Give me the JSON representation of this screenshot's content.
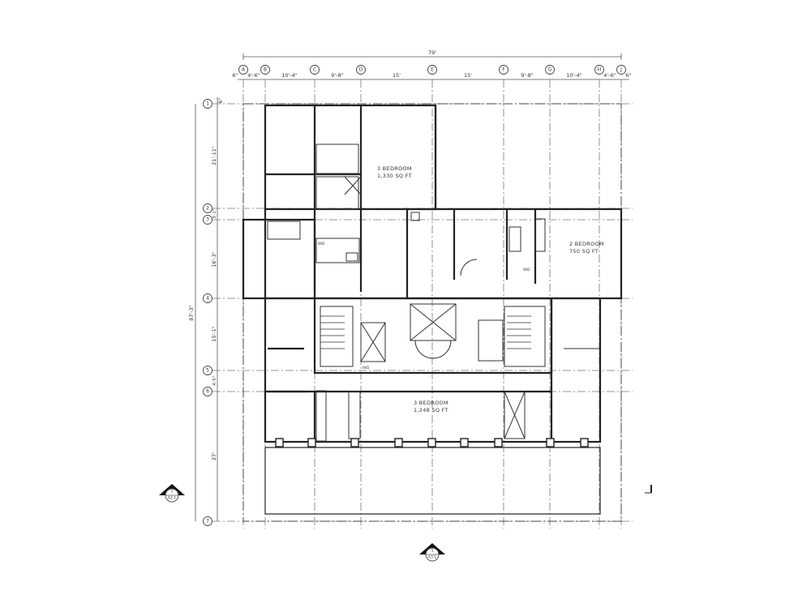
{
  "drawing": {
    "overall_width": "79'",
    "overall_depth": "87'-3\"",
    "columns": [
      {
        "id": "A"
      },
      {
        "id": "B"
      },
      {
        "id": "C"
      },
      {
        "id": "D"
      },
      {
        "id": "E"
      },
      {
        "id": "F"
      },
      {
        "id": "G"
      },
      {
        "id": "H"
      },
      {
        "id": "J"
      }
    ],
    "column_dims": [
      "6\"",
      "4'-6\"",
      "10'-4\"",
      "9'-8\"",
      "15'",
      "15'",
      "9'-8\"",
      "10'-4\"",
      "4'-6\"",
      "6\""
    ],
    "rows": [
      {
        "id": "1"
      },
      {
        "id": "2"
      },
      {
        "id": "3"
      },
      {
        "id": "4"
      },
      {
        "id": "5"
      },
      {
        "id": "6"
      },
      {
        "id": "7"
      }
    ],
    "row_dims": [
      "6\"",
      "21'-11\"",
      "3'-1\"",
      "16'-3\"",
      "15'-1\"",
      "4'-5\"",
      "27'"
    ],
    "units": [
      {
        "name": "3 BEDROOM",
        "area": "1,330 SQ FT"
      },
      {
        "name": "2 BEDROOM",
        "area": "750 SQ FT"
      },
      {
        "name": "3 BEDROOM",
        "area": "1,248 SQ FT"
      }
    ],
    "appliance_label": "W/D",
    "section_markers": [
      {
        "number": "1",
        "sheet": "A2.1"
      },
      {
        "number": "1",
        "sheet": "A3.1"
      }
    ]
  }
}
